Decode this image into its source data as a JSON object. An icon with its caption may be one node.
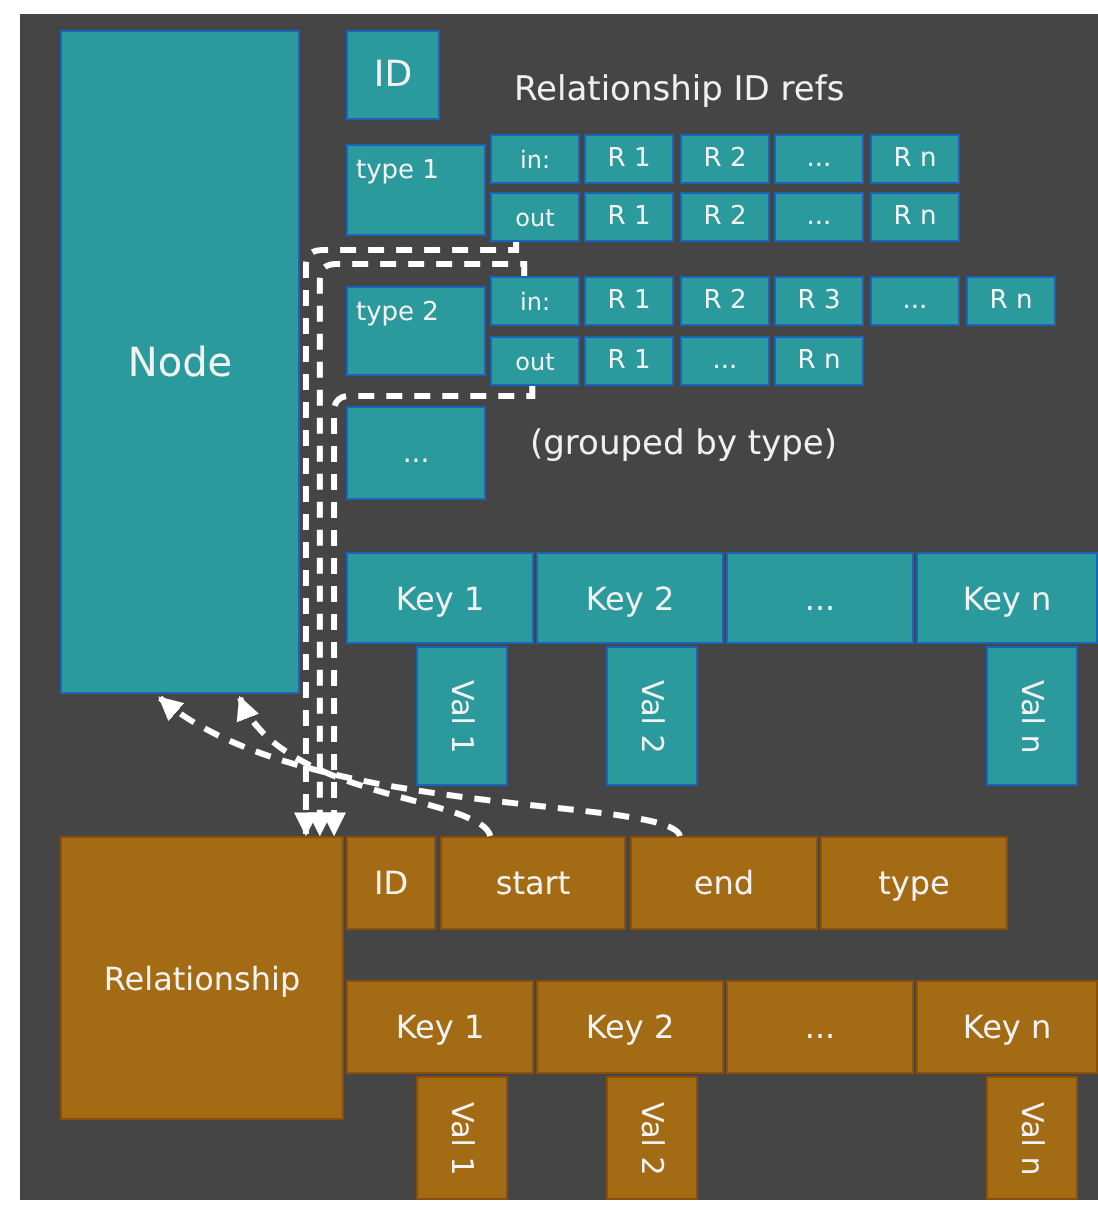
{
  "diagram": {
    "nodes": [
      {
        "text": [
          "Node"
        ]
      },
      {
        "text": [
          "ID"
        ]
      },
      {
        "text": [
          "type 1"
        ]
      },
      {
        "text": [
          "in:"
        ]
      },
      {
        "text": [
          "R 1"
        ]
      },
      {
        "text": [
          "R 2"
        ]
      },
      {
        "text": [
          "..."
        ]
      },
      {
        "text": [
          "R n"
        ]
      },
      {
        "text": [
          "out"
        ]
      },
      {
        "text": [
          "R 1"
        ]
      },
      {
        "text": [
          "R 2"
        ]
      },
      {
        "text": [
          "..."
        ]
      },
      {
        "text": [
          "R n"
        ]
      },
      {
        "text": [
          "type 2"
        ]
      },
      {
        "text": [
          "in:"
        ]
      },
      {
        "text": [
          "R 1"
        ]
      },
      {
        "text": [
          "R 2"
        ]
      },
      {
        "text": [
          "R 3"
        ]
      },
      {
        "text": [
          "..."
        ]
      },
      {
        "text": [
          "R n"
        ]
      },
      {
        "text": [
          "out"
        ]
      },
      {
        "text": [
          "R 1"
        ]
      },
      {
        "text": [
          "..."
        ]
      },
      {
        "text": [
          "R n"
        ]
      },
      {
        "text": [
          "..."
        ]
      },
      {
        "text": [
          "Key 1"
        ]
      },
      {
        "text": [
          "Key 2"
        ]
      },
      {
        "text": [
          "..."
        ]
      },
      {
        "text": [
          "Key n"
        ]
      },
      {
        "text": [
          "Val 1"
        ]
      },
      {
        "text": [
          "Val 2"
        ]
      },
      {
        "text": [
          "Val n"
        ]
      },
      {
        "text": [
          "Relationship"
        ]
      },
      {
        "text": [
          "ID"
        ]
      },
      {
        "text": [
          "start"
        ]
      },
      {
        "text": [
          "end"
        ]
      },
      {
        "text": [
          "type"
        ]
      },
      {
        "text": [
          "Key 1"
        ]
      },
      {
        "text": [
          "Key 2"
        ]
      },
      {
        "text": [
          "..."
        ]
      },
      {
        "text": [
          "Key n"
        ]
      },
      {
        "text": [
          "Val 1"
        ]
      },
      {
        "text": [
          "Val 2"
        ]
      },
      {
        "text": [
          "Val n"
        ]
      }
    ],
    "edges": [
      {
        "from": 8,
        "to": 32,
        "arrow": "to",
        "style": "dashed"
      },
      {
        "from": 14,
        "to": 32,
        "arrow": "to",
        "style": "dashed"
      },
      {
        "from": 20,
        "to": 32,
        "arrow": "to",
        "style": "dashed"
      },
      {
        "from": 34,
        "to": 0,
        "arrow": "to",
        "style": "dashed"
      },
      {
        "from": 35,
        "to": 0,
        "arrow": "to",
        "style": "dashed"
      }
    ],
    "labels": [
      "Relationship ID refs",
      "(grouped by type)"
    ]
  }
}
